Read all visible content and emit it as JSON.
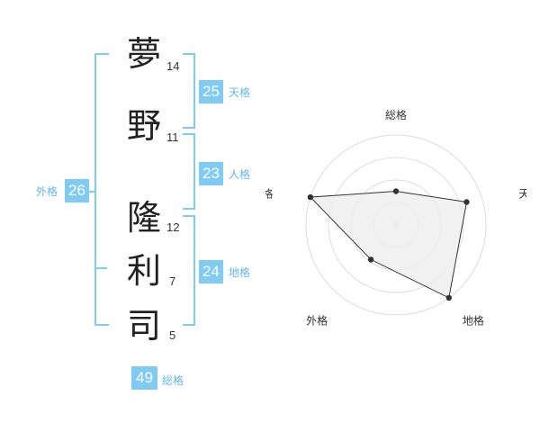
{
  "name_chars": [
    {
      "char": "夢",
      "strokes": "14"
    },
    {
      "char": "野",
      "strokes": "11"
    },
    {
      "char": "隆",
      "strokes": "12"
    },
    {
      "char": "利",
      "strokes": "7"
    },
    {
      "char": "司",
      "strokes": "5"
    }
  ],
  "fortunes": {
    "tenkaku": {
      "value": "25",
      "label": "天格"
    },
    "jinkaku": {
      "value": "23",
      "label": "人格"
    },
    "chikaku": {
      "value": "24",
      "label": "地格"
    },
    "gaikaku": {
      "value": "26",
      "label": "外格"
    },
    "soukaku": {
      "value": "49",
      "label": "総格"
    }
  },
  "colors": {
    "accent": "#7fcbf3",
    "accent_text": "#63b8e8",
    "radar_fill": "#efefef",
    "radar_line": "#333333",
    "grid": "#dddddd"
  },
  "chart_data": {
    "type": "radar",
    "axes": [
      "総格",
      "天格",
      "地格",
      "外格",
      "人格"
    ],
    "max": 4,
    "values": [
      1.5,
      3.3,
      4.0,
      1.9,
      4.0
    ]
  }
}
